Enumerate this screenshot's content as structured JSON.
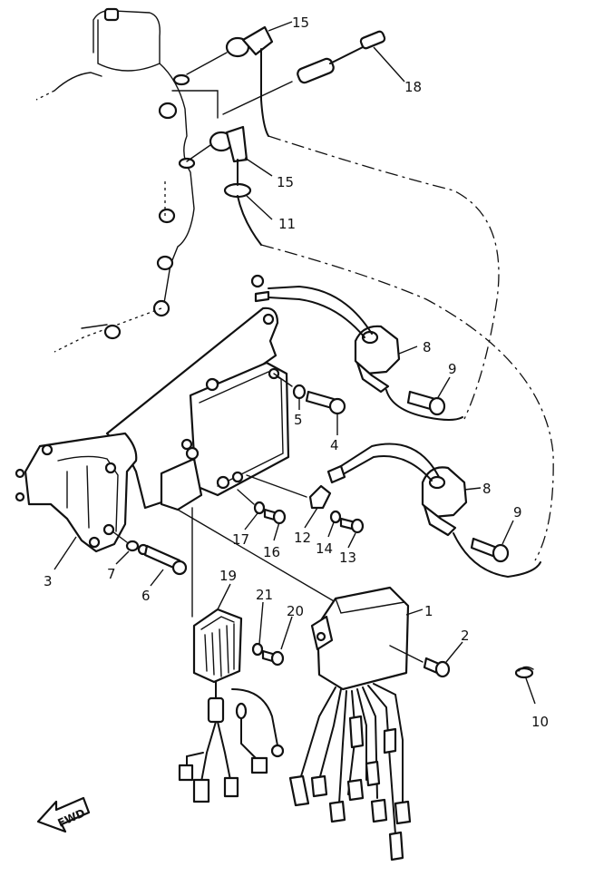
{
  "callouts": [
    "15",
    "18",
    "15",
    "11",
    "8",
    "9",
    "5",
    "4",
    "8",
    "9",
    "3",
    "7",
    "6",
    "17",
    "16",
    "12",
    "14",
    "13",
    "19",
    "21",
    "20",
    "1",
    "2",
    "10"
  ],
  "direction_marker": "FWD"
}
